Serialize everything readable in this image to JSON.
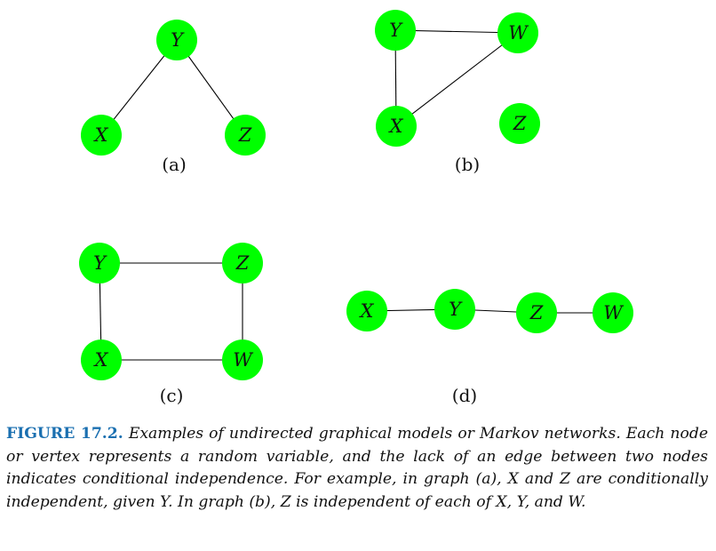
{
  "colors": {
    "node_fill": "#00ff00",
    "caption_label": "#1a6fb0"
  },
  "graphs": [
    {
      "id": "a",
      "label": "(a)",
      "nodes": [
        {
          "id": "Y"
        },
        {
          "id": "X"
        },
        {
          "id": "Z"
        }
      ],
      "edges": [
        [
          "Y",
          "X"
        ],
        [
          "Y",
          "Z"
        ]
      ]
    },
    {
      "id": "b",
      "label": "(b)",
      "nodes": [
        {
          "id": "Y"
        },
        {
          "id": "W"
        },
        {
          "id": "X"
        },
        {
          "id": "Z"
        }
      ],
      "edges": [
        [
          "Y",
          "W"
        ],
        [
          "Y",
          "X"
        ],
        [
          "X",
          "W"
        ]
      ]
    },
    {
      "id": "c",
      "label": "(c)",
      "nodes": [
        {
          "id": "Y"
        },
        {
          "id": "Z"
        },
        {
          "id": "X"
        },
        {
          "id": "W"
        }
      ],
      "edges": [
        [
          "Y",
          "Z"
        ],
        [
          "Y",
          "X"
        ],
        [
          "Z",
          "W"
        ],
        [
          "X",
          "W"
        ]
      ]
    },
    {
      "id": "d",
      "label": "(d)",
      "nodes": [
        {
          "id": "X"
        },
        {
          "id": "Y"
        },
        {
          "id": "Z"
        },
        {
          "id": "W"
        }
      ],
      "edges": [
        [
          "X",
          "Y"
        ],
        [
          "Y",
          "Z"
        ],
        [
          "Z",
          "W"
        ]
      ]
    }
  ],
  "caption": {
    "label": "FIGURE 17.2.",
    "text": "Examples of undirected graphical models or Markov networks. Each node or vertex represents a random variable, and the lack of an edge between two nodes indicates conditional independence. For example, in graph (a), X and Z are conditionally independent, given Y. In graph (b), Z is independent of each of X, Y, and W."
  }
}
